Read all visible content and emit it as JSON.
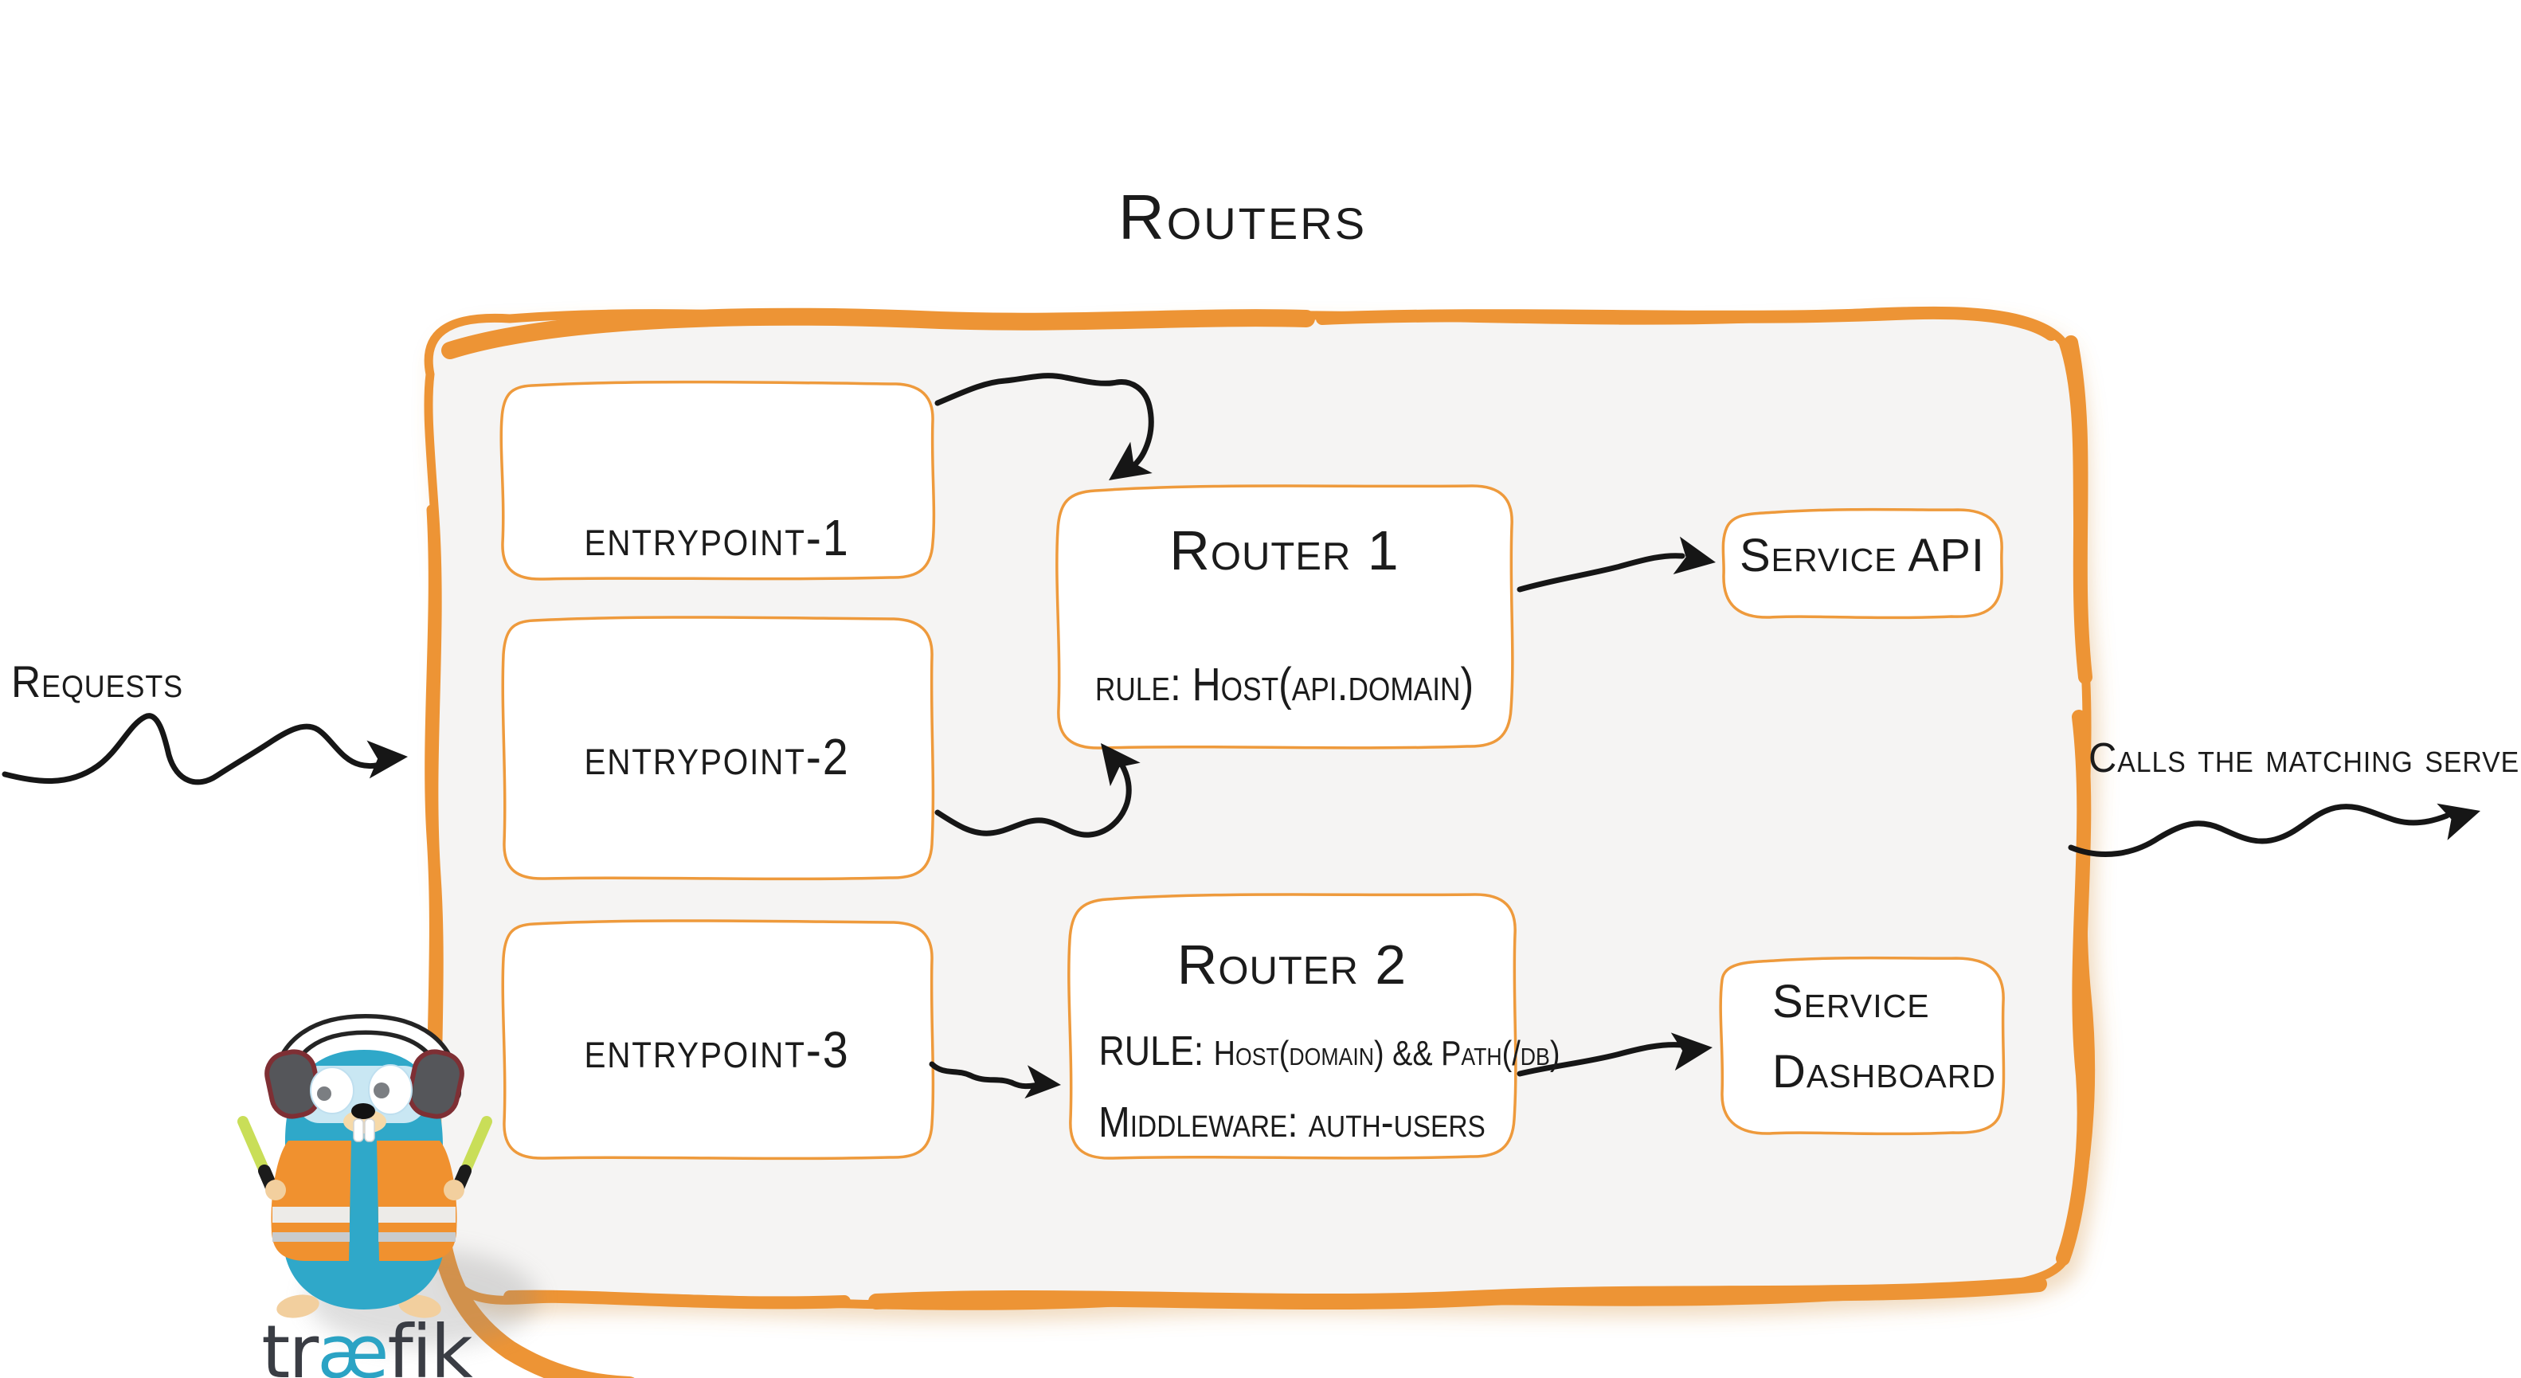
{
  "title": "Routers",
  "requests_label": "Requests",
  "calls_label": "Calls the matching server",
  "entrypoints": [
    {
      "label": "entrypoint-1"
    },
    {
      "label": "entrypoint-2"
    },
    {
      "label": "entrypoint-3"
    }
  ],
  "routers": [
    {
      "title": "Router 1",
      "rule": "rule: Host(api.domain)"
    },
    {
      "title": "Router 2",
      "rule_label": "RULE:",
      "rule_value": "Host(domain) && Path(/db)",
      "middleware": "Middleware: auth-users"
    }
  ],
  "services": [
    {
      "lines": [
        "Service API"
      ]
    },
    {
      "lines": [
        "Service",
        "Dashboard"
      ]
    }
  ],
  "logo": {
    "wordmark_pre": "tr",
    "wordmark_ae": "æ",
    "wordmark_post": "fik"
  },
  "colors": {
    "orange": "#ED9435",
    "ink": "#1b1b1b",
    "gopher_teal": "#2FA8C9",
    "wordmark_dark": "#3A3D44",
    "wordmark_teal": "#2BA3C4",
    "vest_orange": "#F0912F",
    "baton_green": "#C9DE58",
    "panel_gray": "#F5F4F3"
  }
}
